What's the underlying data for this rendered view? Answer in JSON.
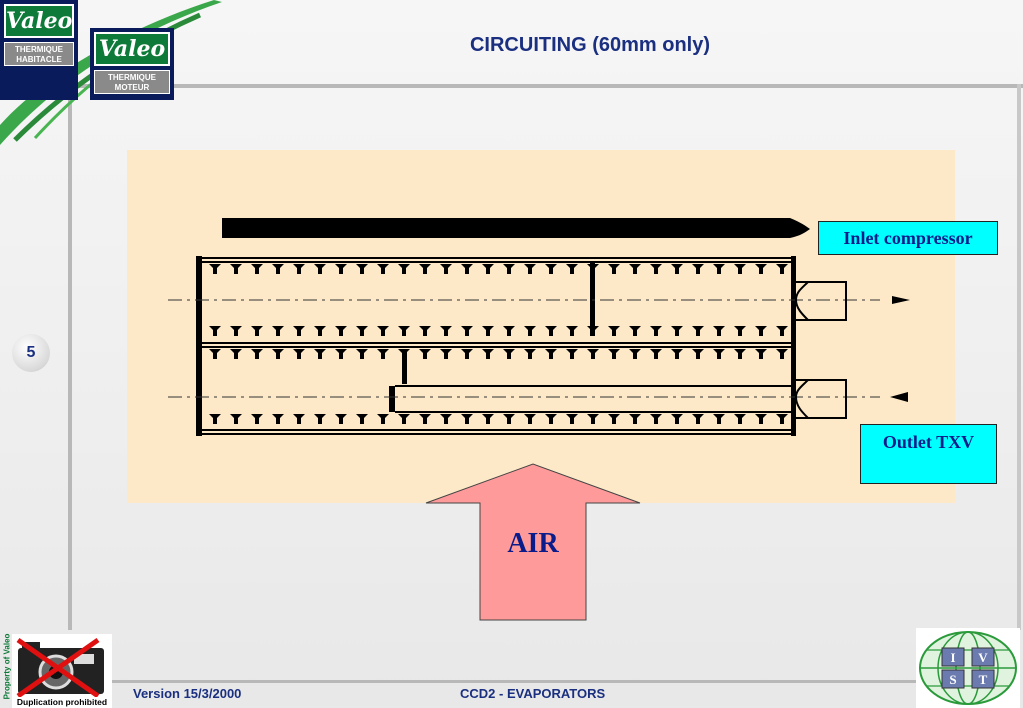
{
  "header": {
    "title": "CIRCUITING (60mm only)",
    "logos": [
      {
        "brand": "Valeo",
        "division": "THERMIQUE HABITACLE"
      },
      {
        "brand": "Valeo",
        "division": "THERMIQUE MOTEUR"
      }
    ]
  },
  "slide": {
    "page_number": "5"
  },
  "diagram": {
    "inlet_label": "Inlet compressor",
    "outlet_label": "Outlet TXV",
    "air_label": "AIR"
  },
  "footer": {
    "version": "Version 15/3/2000",
    "document": "CCD2 - EVAPORATORS",
    "property_notice": "Property of Valeo",
    "duplication_notice": "Duplication prohibited",
    "ivst_letters": [
      "I",
      "V",
      "S",
      "T"
    ]
  },
  "colors": {
    "title_blue": "#1a2f80",
    "valeo_green": "#0e7a3a",
    "valeo_navy": "#0a1b5c",
    "panel_beige": "#fde9c8",
    "label_cyan": "#00ffff",
    "air_arrow": "#ff9a9a"
  }
}
